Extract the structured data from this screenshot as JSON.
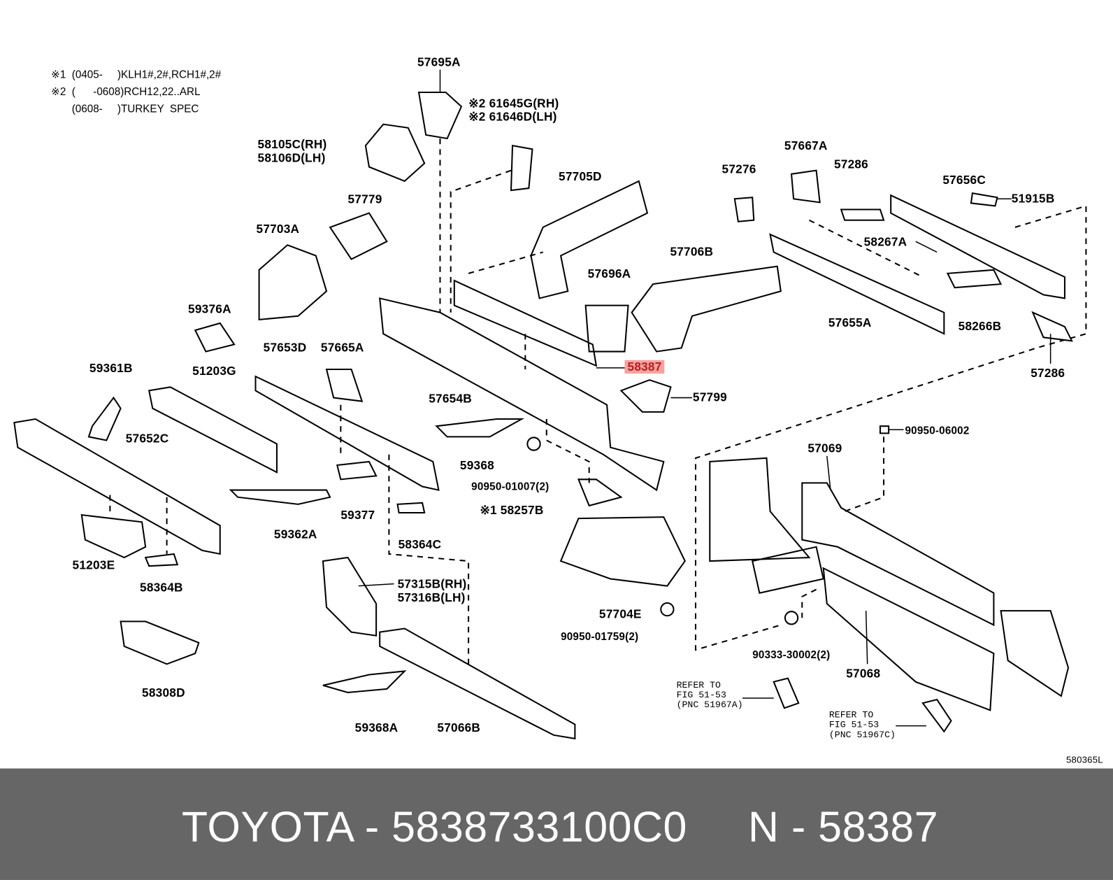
{
  "notes": {
    "line1": "※1  (0405-     )KLH1#,2#,RCH1#,2#",
    "line2": "※2  (      -0608)RCH12,22..ARL",
    "line3": "       (0608-     )TURKEY  SPEC"
  },
  "labels": {
    "p57695A": "57695A",
    "p61645G": "※2 61645G(RH)",
    "p61646D": "※2 61646D(LH)",
    "p58105C": "58105C(RH)",
    "p58106D": "58106D(LH)",
    "p57779": "57779",
    "p57705D": "57705D",
    "p57276": "57276",
    "p57667A": "57667A",
    "p57286a": "57286",
    "p57656C": "57656C",
    "p51915B": "51915B",
    "p57703A": "57703A",
    "p58267A": "58267A",
    "p57706B": "57706B",
    "p57696A": "57696A",
    "p59376A": "59376A",
    "p57655A": "57655A",
    "p58266B": "58266B",
    "p57653D": "57653D",
    "p57665A": "57665A",
    "p59361B": "59361B",
    "p51203G": "51203G",
    "p58387": "58387",
    "p57286b": "57286",
    "p57654B": "57654B",
    "p57799": "57799",
    "p57652C": "57652C",
    "p90950_06002": "90950-06002",
    "p57069": "57069",
    "p59368": "59368",
    "p90950_01007": "90950-01007(2)",
    "p58257B": "※1 58257B",
    "p59377": "59377",
    "p59362A": "59362A",
    "p58364C": "58364C",
    "p51203E": "51203E",
    "p58364B": "58364B",
    "p57315B": "57315B(RH)",
    "p57316B": "57316B(LH)",
    "p57704E": "57704E",
    "p90950_01759": "90950-01759(2)",
    "p90333_30002": "90333-30002(2)",
    "p57068": "57068",
    "p58308D": "58308D",
    "p59368A": "59368A",
    "p57066B": "57066B"
  },
  "refers": {
    "a": "REFER TO\nFIG 51-53\n(PNC 51967A)",
    "c": "REFER TO\nFIG 51-53\n(PNC 51967C)"
  },
  "figure_id": "580365L",
  "footer": {
    "text": "TOYOTA - 5838733100C0     N - 58387"
  },
  "colors": {
    "highlight": "#f4a3a0",
    "footer_bg": "#666666"
  }
}
